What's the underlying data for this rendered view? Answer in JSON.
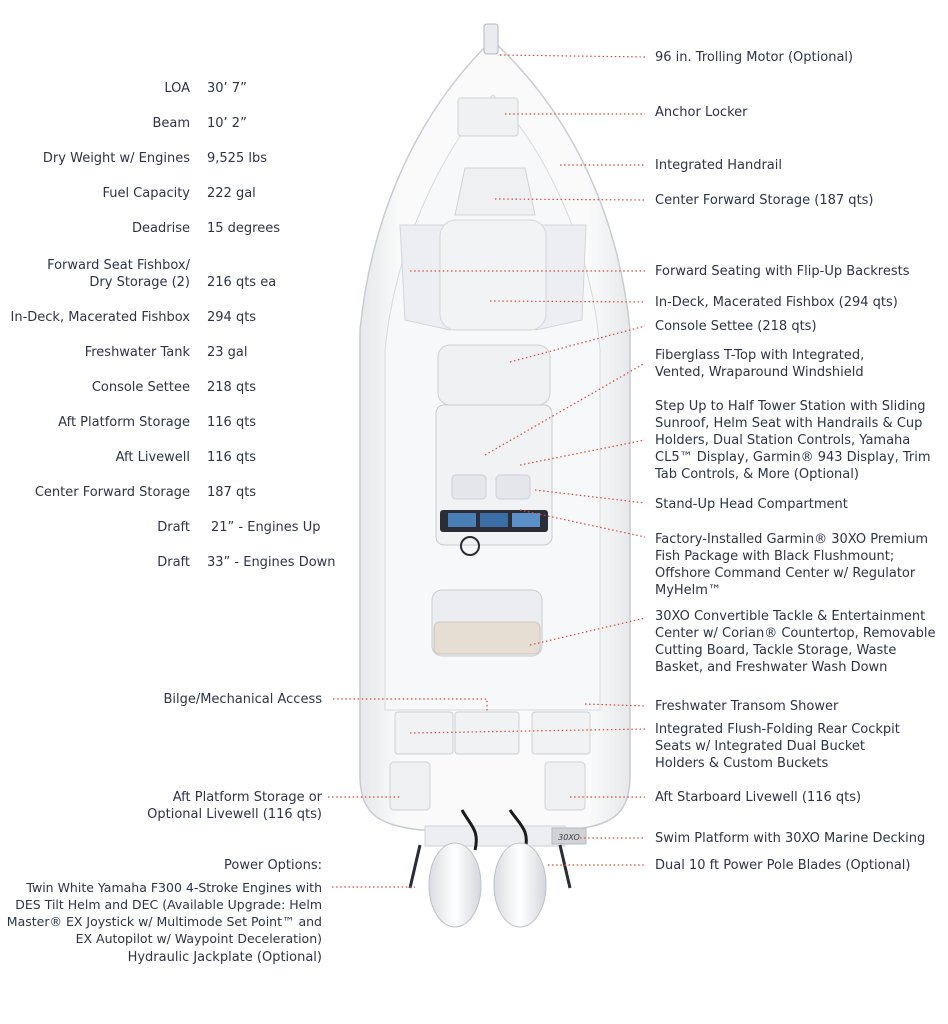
{
  "specs": [
    {
      "label": "LOA",
      "value": "30’ 7”"
    },
    {
      "label": "Beam",
      "value": "10’ 2”"
    },
    {
      "label": "Dry Weight w/ Engines",
      "value": "9,525 lbs"
    },
    {
      "label": "Fuel Capacity",
      "value": "222 gal"
    },
    {
      "label": "Deadrise",
      "value": "15 degrees"
    },
    {
      "label": "Forward Seat Fishbox/\nDry Storage (2)",
      "value": "216 qts ea"
    },
    {
      "label": "In-Deck, Macerated Fishbox",
      "value": "294 qts"
    },
    {
      "label": "Freshwater Tank",
      "value": "23 gal"
    },
    {
      "label": "Console Settee",
      "value": "218 qts"
    },
    {
      "label": "Aft Platform Storage",
      "value": "116 qts"
    },
    {
      "label": "Aft Livewell",
      "value": "116 qts"
    },
    {
      "label": "Center Forward Storage",
      "value": "187 qts"
    },
    {
      "label": "Draft",
      "value": "21” - Engines Up"
    },
    {
      "label": "Draft",
      "value": "33” - Engines Down"
    }
  ],
  "callouts_right": [
    "96 in. Trolling Motor (Optional)",
    "Anchor Locker",
    "Integrated Handrail",
    "Center Forward Storage (187 qts)",
    "Forward Seating with Flip-Up Backrests",
    "In-Deck, Macerated Fishbox (294 qts)",
    "Console Settee (218 qts)",
    "Fiberglass T-Top with Integrated,\nVented, Wraparound Windshield",
    "Step Up to Half Tower Station with Sliding\nSunroof, Helm Seat with Handrails & Cup\nHolders, Dual Station Controls, Yamaha\nCL5™ Display, Garmin® 943 Display, Trim\nTab Controls, & More (Optional)",
    "Stand-Up Head Compartment",
    "Factory-Installed Garmin® 30XO Premium\nFish Package with Black Flushmount;\nOffshore Command Center w/ Regulator\nMyHelm™",
    "30XO Convertible Tackle & Entertainment\nCenter w/ Corian® Countertop, Removable\nCutting Board, Tackle Storage, Waste\nBasket, and Freshwater Wash Down",
    "Freshwater Transom Shower",
    "Integrated Flush-Folding Rear Cockpit\nSeats w/ Integrated Dual Bucket\nHolders & Custom Buckets",
    "Aft Starboard Livewell (116 qts)",
    "Swim Platform with 30XO Marine Decking",
    "Dual 10 ft Power Pole Blades (Optional)"
  ],
  "callouts_left": [
    "Bilge/Mechanical Access",
    "Aft Platform Storage or\nOptional Livewell (116 qts)",
    "Power Options:",
    "Twin White Yamaha F300 4-Stroke Engines with\nDES Tilt Helm and DEC (Available Upgrade: Helm\nMaster® EX Joystick w/ Multimode Set Point™ and\nEX Autopilot w/ Waypoint Deceleration)",
    "Hydraulic Jackplate (Optional)"
  ],
  "platform_logo": "30XO",
  "colors": {
    "text": "#2f3349",
    "leader": "#e0483b",
    "hull": "#f4f5f6",
    "hull_outline": "#c9ccd2",
    "engine": "#f2f3f5",
    "cable": "#1c1c1c"
  }
}
